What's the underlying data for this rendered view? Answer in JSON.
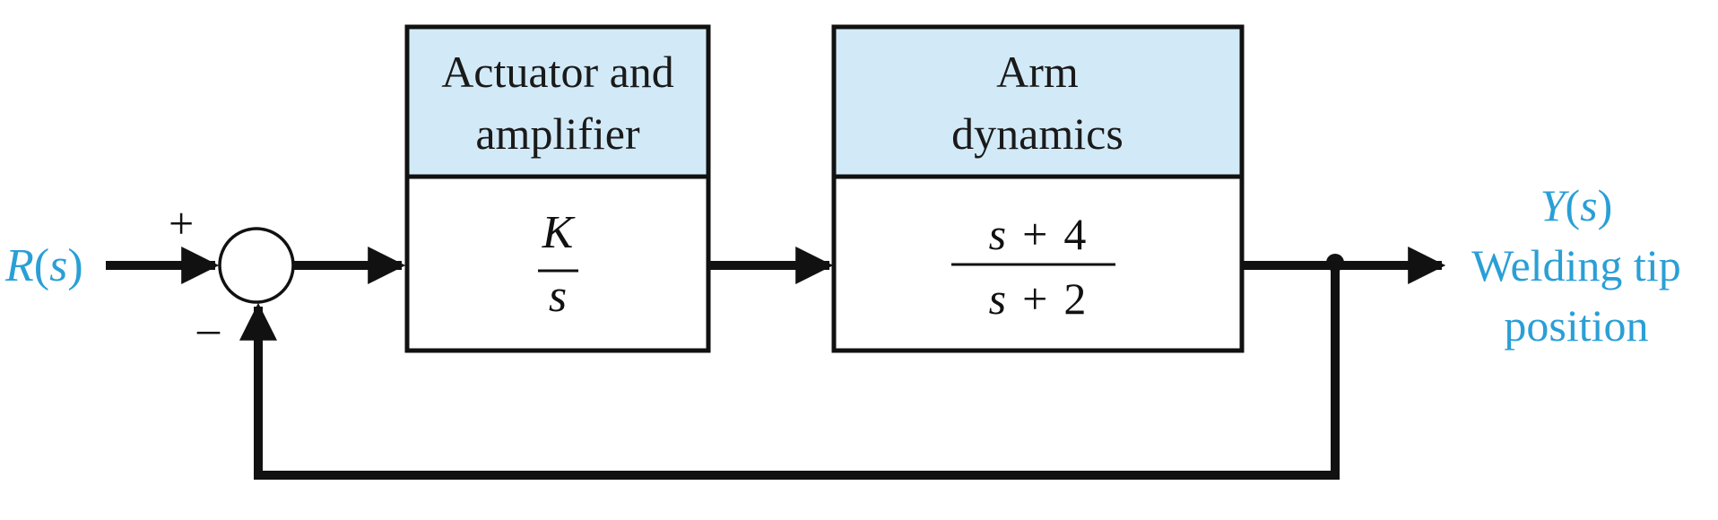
{
  "diagram": {
    "input": {
      "symbol": "R(s)",
      "R": "R",
      "paren_open": "(",
      "var": "s",
      "paren_close": ")"
    },
    "summing_junction": {
      "plus_sign": "+",
      "minus_sign": "–"
    },
    "block1": {
      "header_line1": "Actuator and",
      "header_line2": "amplifier",
      "numerator": "K",
      "denominator": "s"
    },
    "block2": {
      "header_line1": "Arm",
      "header_line2": "dynamics",
      "num_var": "s",
      "num_op": "+",
      "num_const": "4",
      "den_var": "s",
      "den_op": "+",
      "den_const": "2"
    },
    "output": {
      "Y": "Y",
      "paren_open": "(",
      "var": "s",
      "paren_close": ")",
      "line1": "Welding tip",
      "line2": "position"
    },
    "colors": {
      "signal_label": "#2a9fd6",
      "block_header_fill": "#d2eaf7",
      "line": "#111111"
    }
  }
}
